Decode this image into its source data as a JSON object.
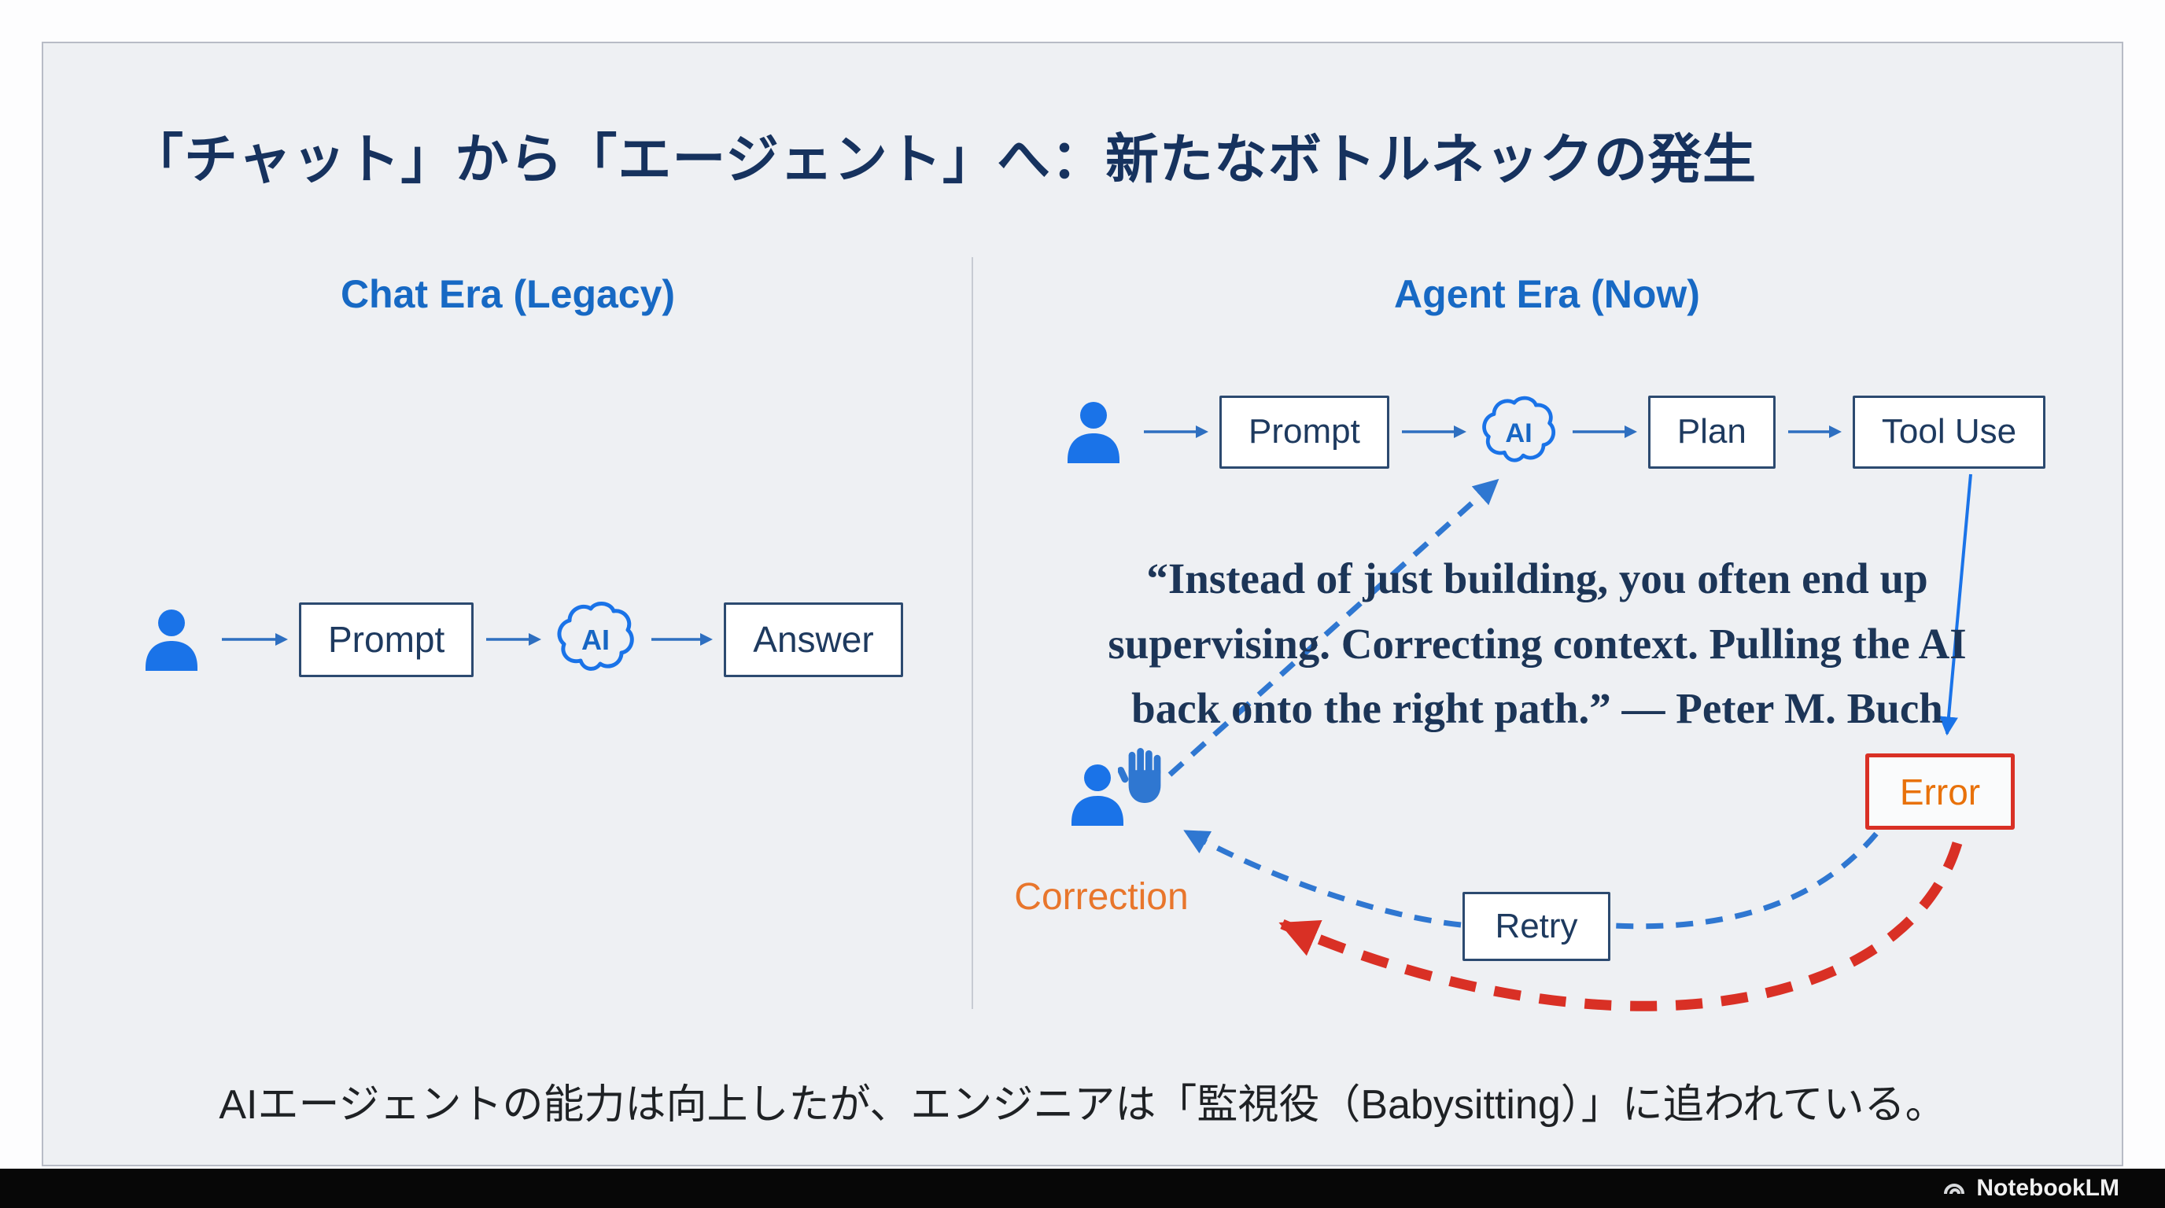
{
  "title": "「チャット」から「エージェント」へ：新たなボトルネックの発生",
  "left_column": {
    "heading": "Chat Era (Legacy)",
    "nodes": {
      "prompt": "Prompt",
      "ai": "AI",
      "answer": "Answer"
    }
  },
  "right_column": {
    "heading": "Agent Era (Now)",
    "nodes": {
      "prompt": "Prompt",
      "ai": "AI",
      "plan": "Plan",
      "tool_use": "Tool Use",
      "error": "Error",
      "retry": "Retry",
      "correction": "Correction"
    },
    "quote": "“Instead of just building, you often end up supervising. Correcting context. Pulling the AI back onto the right path.” — Peter M. Buch"
  },
  "footer_note": "AIエージェントの能力は向上したが、エンジニアは「監視役（Babysitting）」に追われている。",
  "brand": "NotebookLM",
  "colors": {
    "accent_blue": "#1a73e8",
    "heading_blue": "#1769c4",
    "navy": "#16325e",
    "orange": "#e8762c",
    "error_red": "#d93025",
    "background": "#eef0f3"
  }
}
